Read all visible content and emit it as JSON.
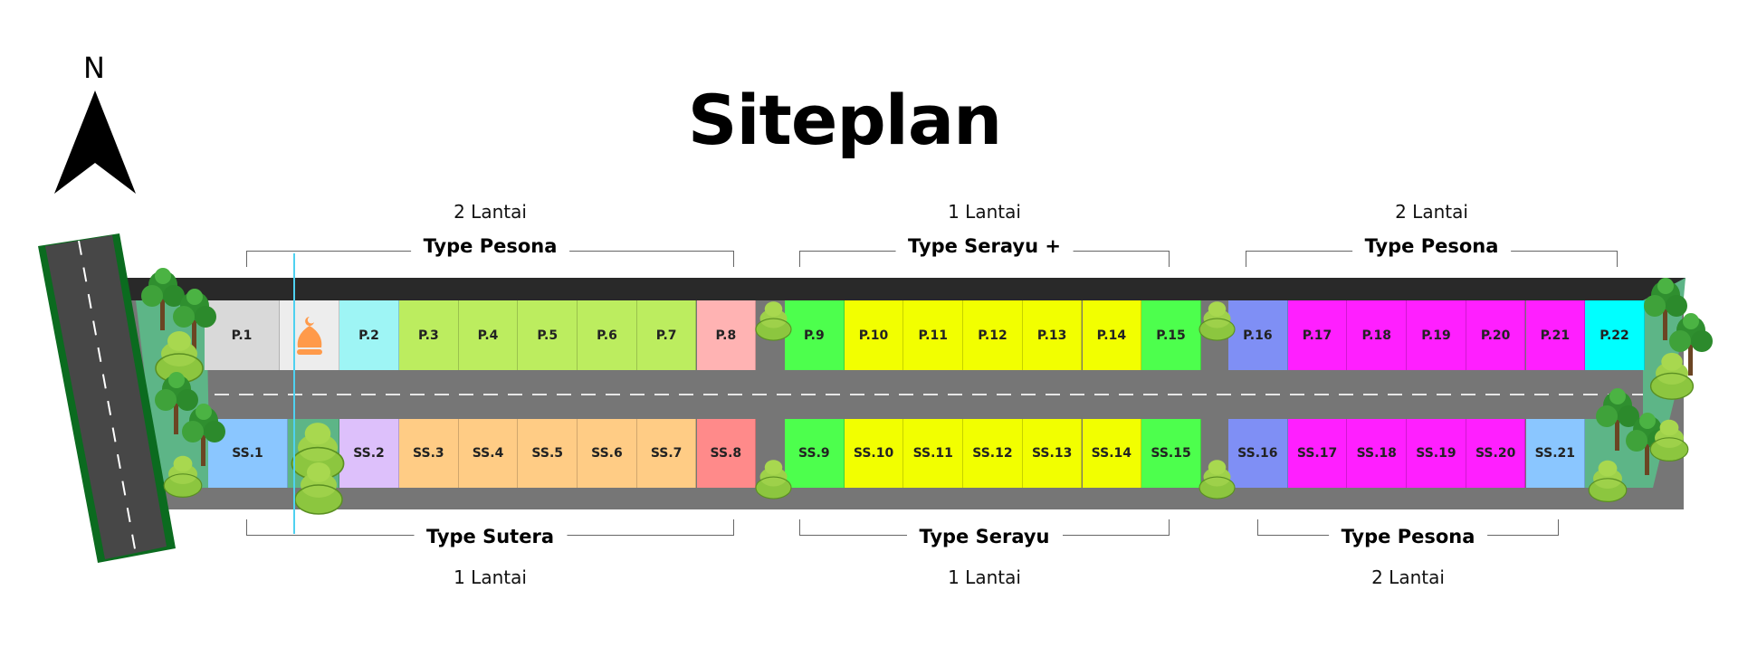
{
  "title": "Siteplan",
  "north_label": "N",
  "colors": {
    "road_dark": "#292929",
    "road_mid": "#767676",
    "green_strip": "#5db587",
    "side_road_edge": "#0b6b1f",
    "side_road": "#474747",
    "divider": "#4fd1f0"
  },
  "top_groups": [
    {
      "floors": "2 Lantai",
      "type": "Type Pesona"
    },
    {
      "floors": "1 Lantai",
      "type": "Type Serayu +"
    },
    {
      "floors": "2 Lantai",
      "type": "Type Pesona"
    }
  ],
  "bottom_groups": [
    {
      "floors": "1 Lantai",
      "type": "Type Sutera"
    },
    {
      "floors": "1 Lantai",
      "type": "Type Serayu"
    },
    {
      "floors": "2 Lantai",
      "type": "Type Pesona"
    }
  ],
  "top_lots": [
    {
      "label": "P.1",
      "color": "#d9d9d9"
    },
    {
      "label": "",
      "color": "#ededed",
      "icon": "mosque"
    },
    {
      "label": "P.2",
      "color": "#9ef5f5"
    },
    {
      "label": "P.3",
      "color": "#bced5f"
    },
    {
      "label": "P.4",
      "color": "#bced5f"
    },
    {
      "label": "P.5",
      "color": "#bced5f"
    },
    {
      "label": "P.6",
      "color": "#bced5f"
    },
    {
      "label": "P.7",
      "color": "#bced5f"
    },
    {
      "label": "P.8",
      "color": "#ffb3b3"
    },
    {
      "label": "P.9",
      "color": "#4dff4d"
    },
    {
      "label": "P.10",
      "color": "#f2ff00"
    },
    {
      "label": "P.11",
      "color": "#f2ff00"
    },
    {
      "label": "P.12",
      "color": "#f2ff00"
    },
    {
      "label": "P.13",
      "color": "#f2ff00"
    },
    {
      "label": "P.14",
      "color": "#f2ff00"
    },
    {
      "label": "P.15",
      "color": "#4dff4d"
    },
    {
      "label": "P.16",
      "color": "#7f8ff5"
    },
    {
      "label": "P.17",
      "color": "#ff1fff"
    },
    {
      "label": "P.18",
      "color": "#ff1fff"
    },
    {
      "label": "P.19",
      "color": "#ff1fff"
    },
    {
      "label": "P.20",
      "color": "#ff1fff"
    },
    {
      "label": "P.21",
      "color": "#ff1fff"
    },
    {
      "label": "P.22",
      "color": "#00ffff"
    }
  ],
  "bottom_lots": [
    {
      "label": "SS.1",
      "color": "#8ac6ff"
    },
    {
      "label": "",
      "color": "#5db587",
      "icon": "tree"
    },
    {
      "label": "SS.2",
      "color": "#ddc0fb"
    },
    {
      "label": "SS.3",
      "color": "#ffcc85"
    },
    {
      "label": "SS.4",
      "color": "#ffcc85"
    },
    {
      "label": "SS.5",
      "color": "#ffcc85"
    },
    {
      "label": "SS.6",
      "color": "#ffcc85"
    },
    {
      "label": "SS.7",
      "color": "#ffcc85"
    },
    {
      "label": "SS.8",
      "color": "#ff8a8a"
    },
    {
      "label": "SS.9",
      "color": "#4dff4d"
    },
    {
      "label": "SS.10",
      "color": "#f2ff00"
    },
    {
      "label": "SS.11",
      "color": "#f2ff00"
    },
    {
      "label": "SS.12",
      "color": "#f2ff00"
    },
    {
      "label": "SS.13",
      "color": "#f2ff00"
    },
    {
      "label": "SS.14",
      "color": "#f2ff00"
    },
    {
      "label": "SS.15",
      "color": "#4dff4d"
    },
    {
      "label": "SS.16",
      "color": "#7f8ff5"
    },
    {
      "label": "SS.17",
      "color": "#ff1fff"
    },
    {
      "label": "SS.18",
      "color": "#ff1fff"
    },
    {
      "label": "SS.19",
      "color": "#ff1fff"
    },
    {
      "label": "SS.20",
      "color": "#ff1fff"
    },
    {
      "label": "SS.21",
      "color": "#8ac6ff"
    }
  ]
}
